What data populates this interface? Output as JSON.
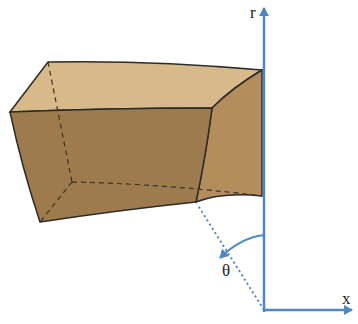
{
  "diagram": {
    "labels": [
      "r",
      "x",
      "θ"
    ]
  }
}
